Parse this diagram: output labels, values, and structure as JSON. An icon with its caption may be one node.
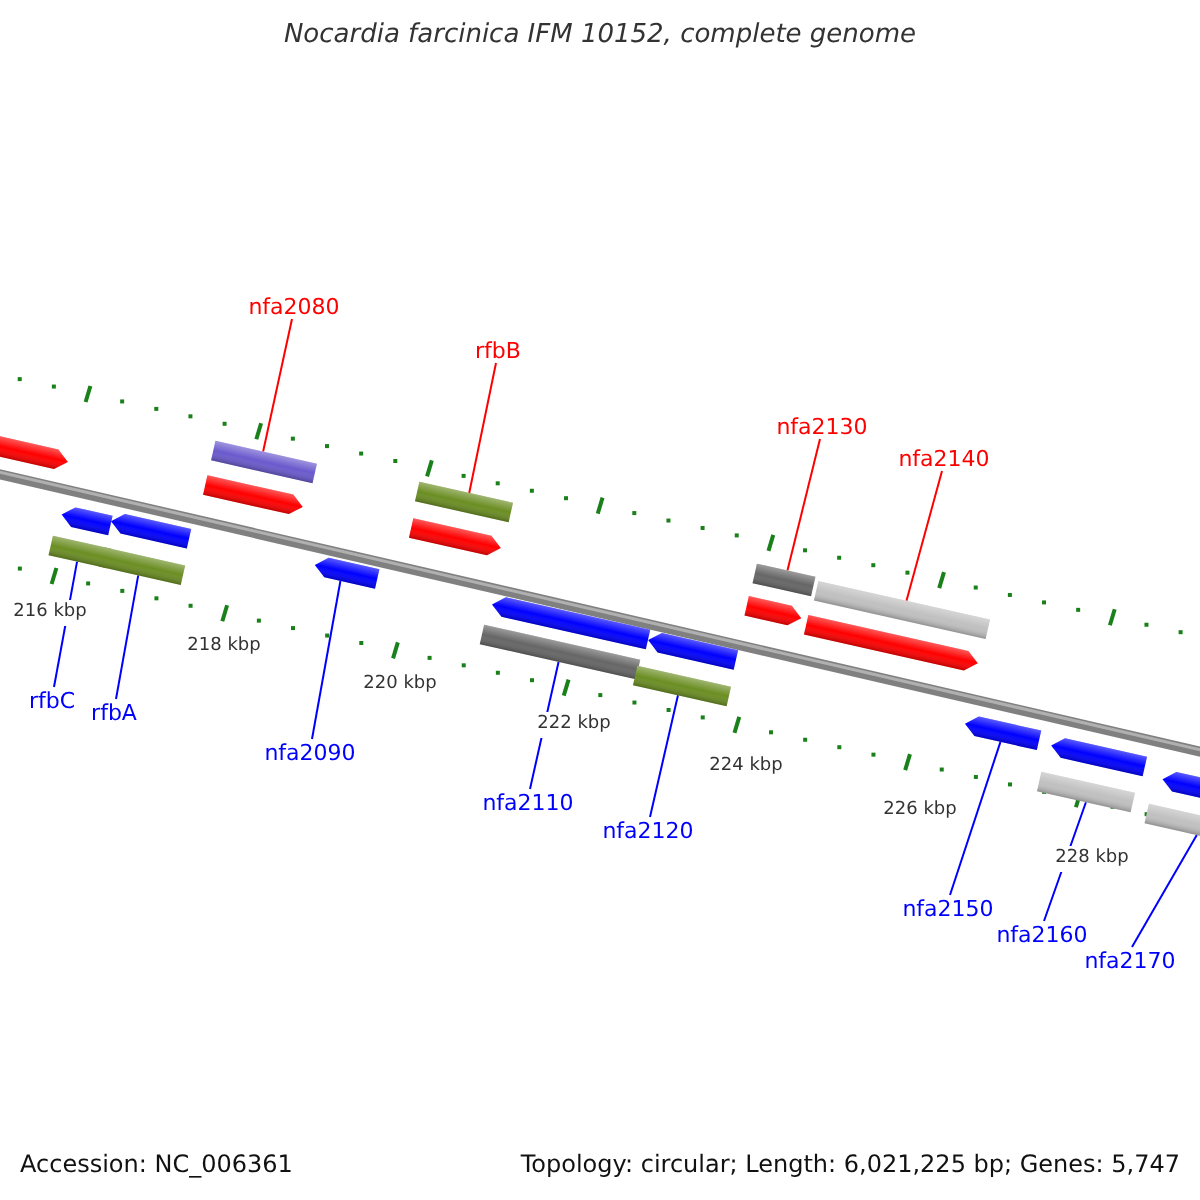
{
  "diagram": {
    "title": "Nocardia farcinica IFM 10152, complete genome",
    "nodes": [
      {
        "text": [
          "nfa2080"
        ]
      },
      {
        "text": [
          "rfbB"
        ]
      },
      {
        "text": [
          "nfa2130"
        ]
      },
      {
        "text": [
          "nfa2140"
        ]
      },
      {
        "text": [
          "rfbC"
        ]
      },
      {
        "text": [
          "rfbA"
        ]
      },
      {
        "text": [
          "nfa2090"
        ]
      },
      {
        "text": [
          "nfa2110"
        ]
      },
      {
        "text": [
          "nfa2120"
        ]
      },
      {
        "text": [
          "nfa2150"
        ]
      },
      {
        "text": [
          "nfa2160"
        ]
      },
      {
        "text": [
          "nfa2170"
        ]
      },
      {
        "text": [],
        "shape": "bar"
      },
      {
        "text": [],
        "shape": "bar"
      },
      {
        "text": [],
        "shape": "bar"
      },
      {
        "text": [],
        "shape": "bar"
      },
      {
        "text": [],
        "shape": "bar"
      },
      {
        "text": [],
        "shape": "bar"
      },
      {
        "text": [],
        "shape": "bar"
      },
      {
        "text": [],
        "shape": "bar"
      },
      {
        "text": [],
        "shape": "bar"
      },
      {
        "text": [],
        "shape": "bar"
      },
      {
        "text": [],
        "shape": "bar"
      },
      {
        "text": [],
        "shape": "bar"
      }
    ],
    "edges": [
      {
        "from": 0,
        "to": 12,
        "arrow": "none",
        "color": "#ff0000"
      },
      {
        "from": 1,
        "to": 13,
        "arrow": "none",
        "color": "#ff0000"
      },
      {
        "from": 2,
        "to": 14,
        "arrow": "none",
        "color": "#ff0000"
      },
      {
        "from": 3,
        "to": 15,
        "arrow": "none",
        "color": "#ff0000"
      },
      {
        "from": 4,
        "to": 16,
        "arrow": "none"
      },
      {
        "from": 5,
        "to": 17,
        "arrow": "none"
      },
      {
        "from": 6,
        "to": 18,
        "arrow": "none"
      },
      {
        "from": 7,
        "to": 19,
        "arrow": "none"
      },
      {
        "from": 8,
        "to": 20,
        "arrow": "none"
      },
      {
        "from": 9,
        "to": 21,
        "arrow": "none"
      },
      {
        "from": 10,
        "to": 22,
        "arrow": "none"
      },
      {
        "from": 11,
        "to": 23,
        "arrow": "none"
      }
    ],
    "labels": [
      "216 kbp",
      "218 kbp",
      "220 kbp",
      "222 kbp",
      "224 kbp",
      "226 kbp",
      "228 kbp",
      "Accession: NC_006361",
      "Topology: circular; Length: 6,021,225 bp; Genes: 5,747"
    ]
  }
}
